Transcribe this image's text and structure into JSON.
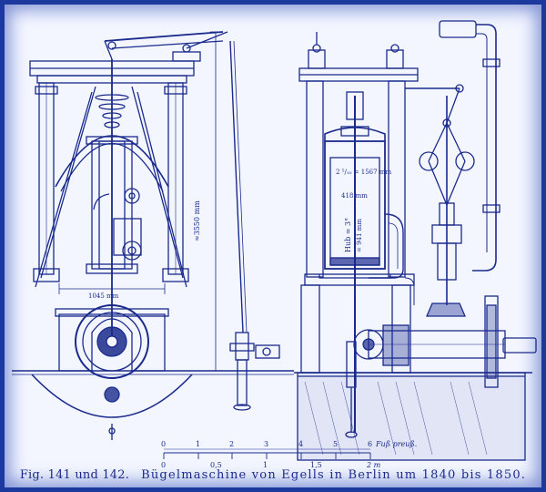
{
  "caption": {
    "fig": "Fig. 141 und 142.",
    "title": "Bügelmaschine von Egells in Berlin um 1840 bis 1850."
  },
  "labels": {
    "left_height": "≈3550 mm",
    "left_width": "1045 mm",
    "cyl_top": "2 ⁵/₁₀ = 1567 mm",
    "cyl_bore": "418 mm",
    "stroke": "Hub = 3°",
    "stroke_mm": "= 941 mm"
  },
  "scale": {
    "feet_ticks": [
      "0",
      "1",
      "2",
      "3",
      "4",
      "5",
      "6"
    ],
    "feet_unit": "Fuß preuß.",
    "meter_ticks": [
      "0",
      "0,5",
      "1",
      "1,5"
    ],
    "meter_unit": "2 m"
  },
  "colors": {
    "ink": "#1a2a8c",
    "paper": "#f3f6ff",
    "frame": "#1c3a9e"
  }
}
